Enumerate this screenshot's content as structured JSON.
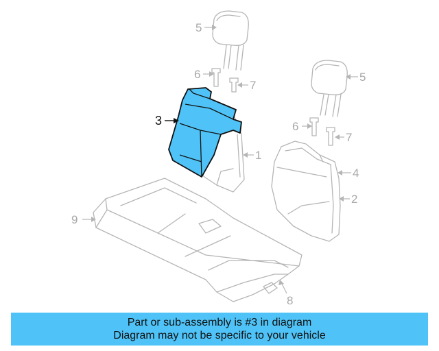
{
  "diagram": {
    "callouts": [
      {
        "id": "1",
        "label": "1"
      },
      {
        "id": "2",
        "label": "2"
      },
      {
        "id": "3",
        "label": "3"
      },
      {
        "id": "4",
        "label": "4"
      },
      {
        "id": "5a",
        "label": "5"
      },
      {
        "id": "5b",
        "label": "5"
      },
      {
        "id": "6a",
        "label": "6"
      },
      {
        "id": "6b",
        "label": "6"
      },
      {
        "id": "7a",
        "label": "7"
      },
      {
        "id": "7b",
        "label": "7"
      },
      {
        "id": "8",
        "label": "8"
      },
      {
        "id": "9",
        "label": "9"
      }
    ],
    "highlighted_part": "3",
    "highlight_color": "#4fc3f7",
    "part_color": "#b5b5b5"
  },
  "banner": {
    "line1": "Part or sub-assembly is #3 in diagram",
    "line2": "Diagram may not be specific to your vehicle",
    "color": "#4fc3f7"
  }
}
